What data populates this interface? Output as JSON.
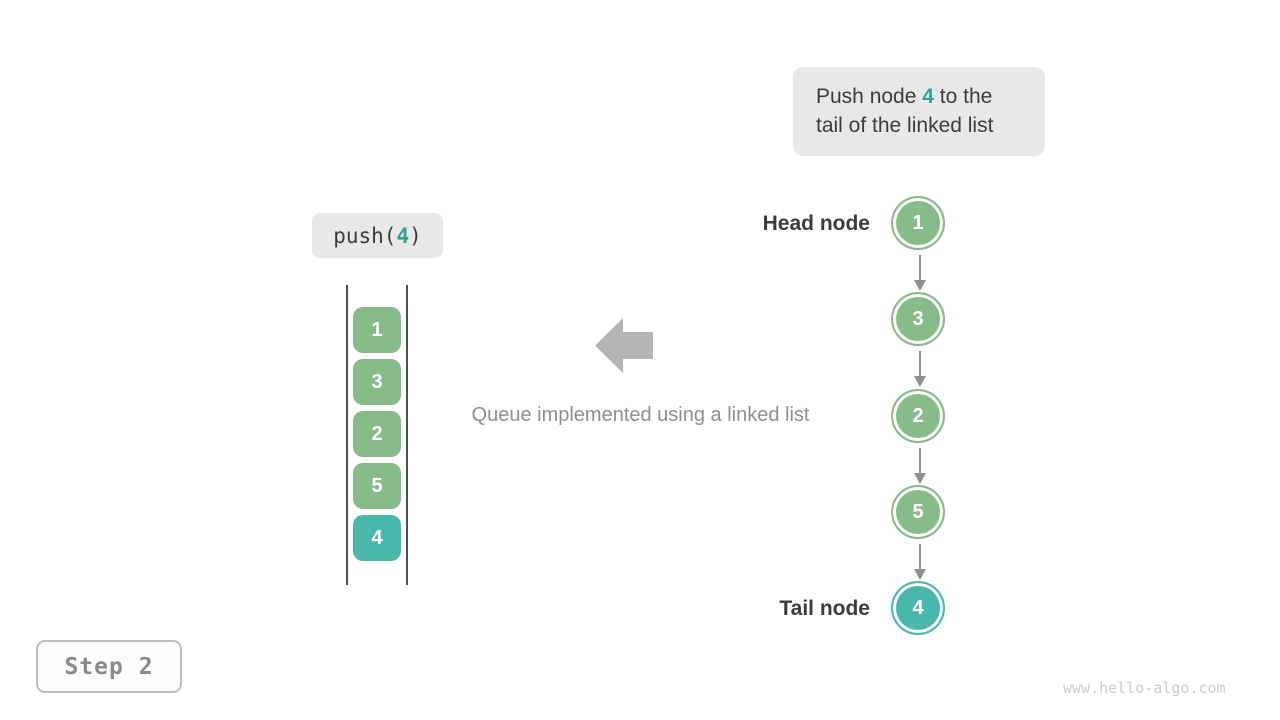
{
  "colors": {
    "green": "#87bc8a",
    "teal": "#49b8ab",
    "accent": "#33a093",
    "bubble-bg": "#e8e8e8",
    "ink": "#3c3c3c",
    "muted": "#8f8f8f",
    "big-arrow": "#b5b5b5",
    "link-arrow": "#8e8e8e",
    "rail": "#4f4f4f",
    "badge-border": "#bdbdbd",
    "badge-text": "#8a8a8a",
    "watermark": "#cccccc"
  },
  "callout": {
    "line1_before": "Push node ",
    "value": "4",
    "line1_after": " to the",
    "line2": "tail of the linked list"
  },
  "operation": {
    "prefix": "push(",
    "value": "4",
    "suffix": ")"
  },
  "queue_stack": {
    "items": [
      {
        "label": "1",
        "variant": "green"
      },
      {
        "label": "3",
        "variant": "green"
      },
      {
        "label": "2",
        "variant": "green"
      },
      {
        "label": "5",
        "variant": "green"
      },
      {
        "label": "4",
        "variant": "teal"
      }
    ]
  },
  "caption": "Queue implemented using a linked list",
  "linked_list": {
    "head_label": "Head node",
    "tail_label": "Tail node",
    "nodes": [
      {
        "label": "1",
        "variant": "green"
      },
      {
        "label": "3",
        "variant": "green"
      },
      {
        "label": "2",
        "variant": "green"
      },
      {
        "label": "5",
        "variant": "green"
      },
      {
        "label": "4",
        "variant": "teal"
      }
    ]
  },
  "step_badge": {
    "label": "Step 2"
  },
  "watermark": {
    "text": "www.hello-algo.com"
  }
}
